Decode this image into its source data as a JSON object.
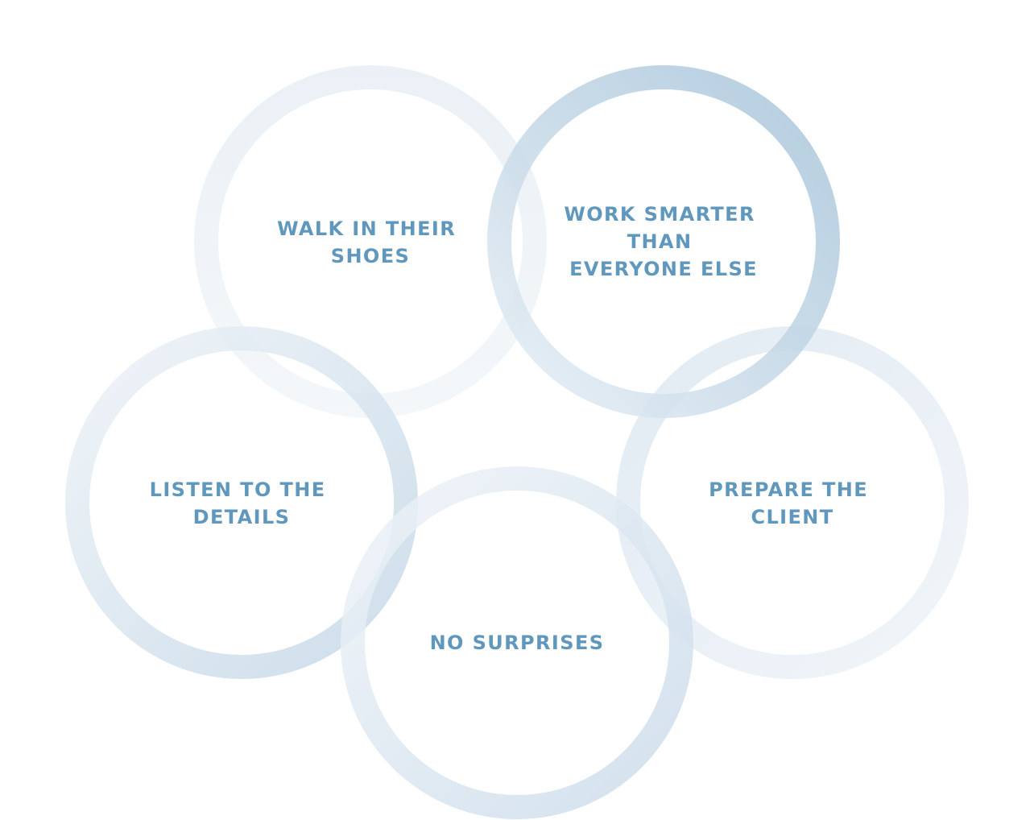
{
  "colors": {
    "background": "#ffffff",
    "label": "#6097bd",
    "ring_light": "#e3ecf3",
    "ring_mid": "#cfdfeb",
    "ring_strong": "#a9c6dc"
  },
  "circles": [
    {
      "id": "walk-in-their-shoes",
      "lines": [
        "WALK IN THEIR",
        "SHOES"
      ]
    },
    {
      "id": "work-smarter",
      "lines": [
        "WORK SMARTER",
        "THAN",
        "EVERYONE ELSE"
      ]
    },
    {
      "id": "listen-to-the-details",
      "lines": [
        "LISTEN TO THE",
        "DETAILS"
      ]
    },
    {
      "id": "prepare-the-client",
      "lines": [
        "PREPARE THE",
        "CLIENT"
      ]
    },
    {
      "id": "no-surprises",
      "lines": [
        "NO SURPRISES"
      ]
    }
  ]
}
